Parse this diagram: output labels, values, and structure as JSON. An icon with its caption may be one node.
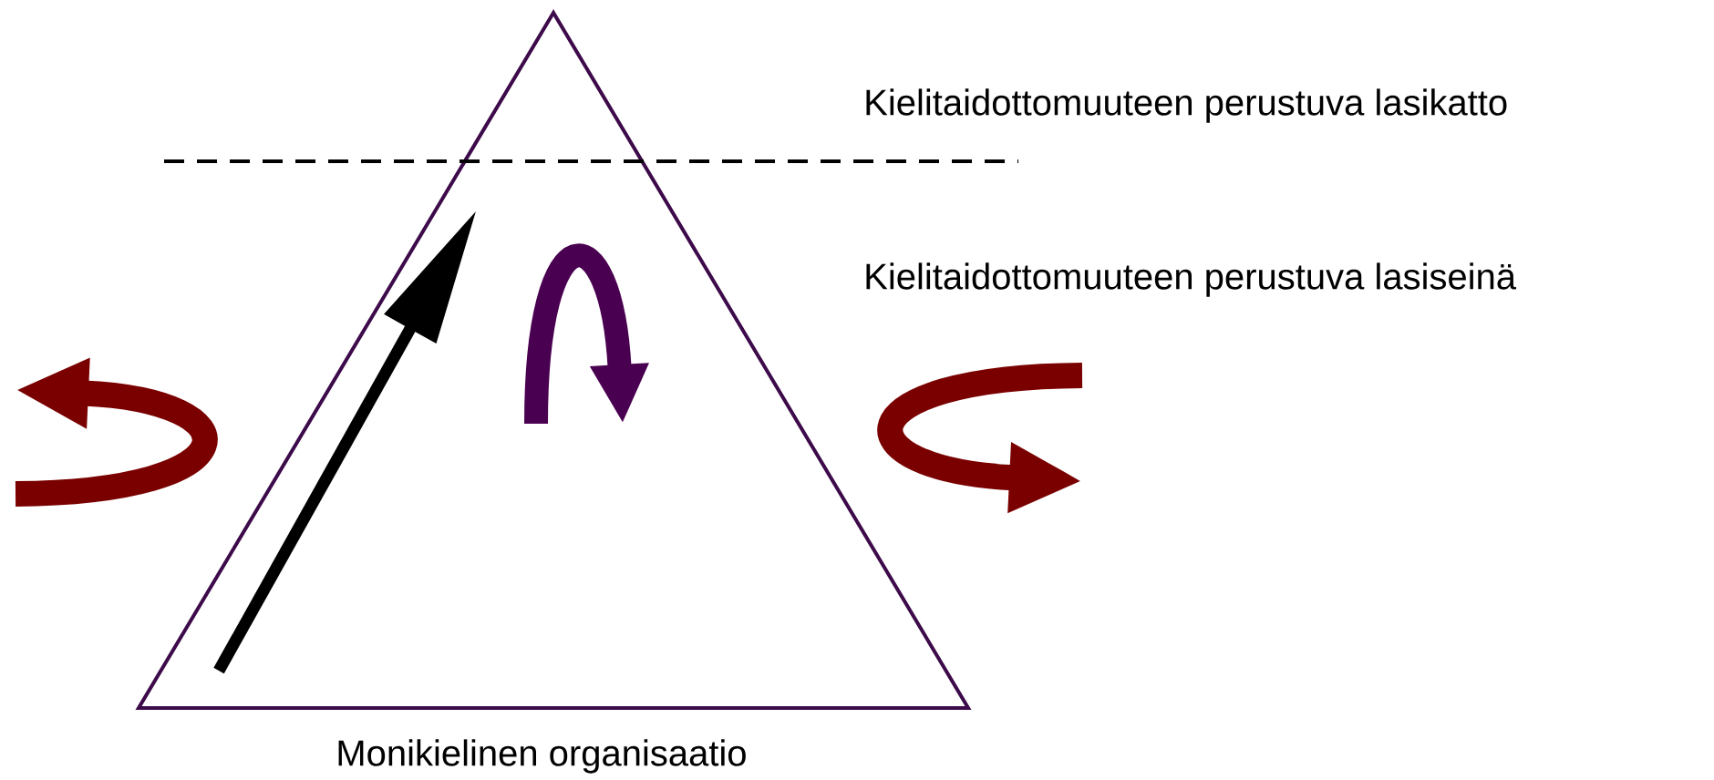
{
  "diagram": {
    "nodes": [
      {
        "text": [
          "Monikielinen organisaatio"
        ]
      }
    ],
    "labels": [
      "Kielitaidottomuuteen perustuva lasikatto",
      "Kielitaidottomuuteen perustuva lasiseinä"
    ]
  }
}
